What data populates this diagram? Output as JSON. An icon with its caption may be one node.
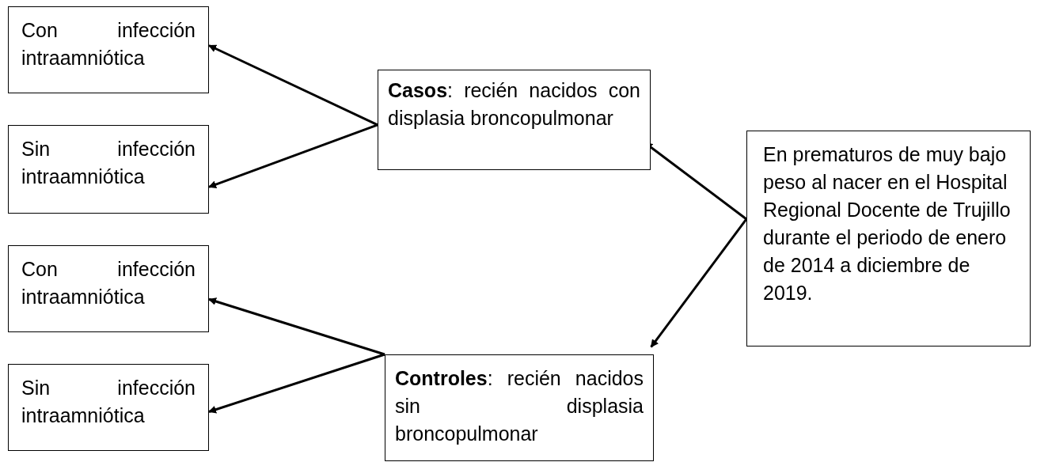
{
  "diagram": {
    "nodes": [
      {
        "text": [
          "Con infección intraamniótica"
        ]
      },
      {
        "text": [
          "Sin infección intraamniótica"
        ]
      },
      {
        "text": [
          "Con infección intraamniótica"
        ]
      },
      {
        "text": [
          "Sin infección intraamniótica"
        ]
      },
      {
        "text": [
          "**Casos**: recién nacidos con displasia broncopulmonar"
        ]
      },
      {
        "text": [
          "**Controles**: recién nacidos sin displasia broncopulmonar"
        ]
      },
      {
        "text": [
          "En prematuros de muy bajo peso al nacer en el Hospital Regional Docente de Trujillo durante el periodo de enero de 2014 a diciembre de 2019."
        ]
      }
    ],
    "edges": [
      {
        "from": 4,
        "to": 0,
        "arrow": "to"
      },
      {
        "from": 4,
        "to": 1,
        "arrow": "to"
      },
      {
        "from": 5,
        "to": 2,
        "arrow": "to"
      },
      {
        "from": 5,
        "to": 3,
        "arrow": "to"
      },
      {
        "from": 6,
        "to": 4,
        "arrow": "to"
      },
      {
        "from": 6,
        "to": 5,
        "arrow": "to"
      }
    ]
  }
}
